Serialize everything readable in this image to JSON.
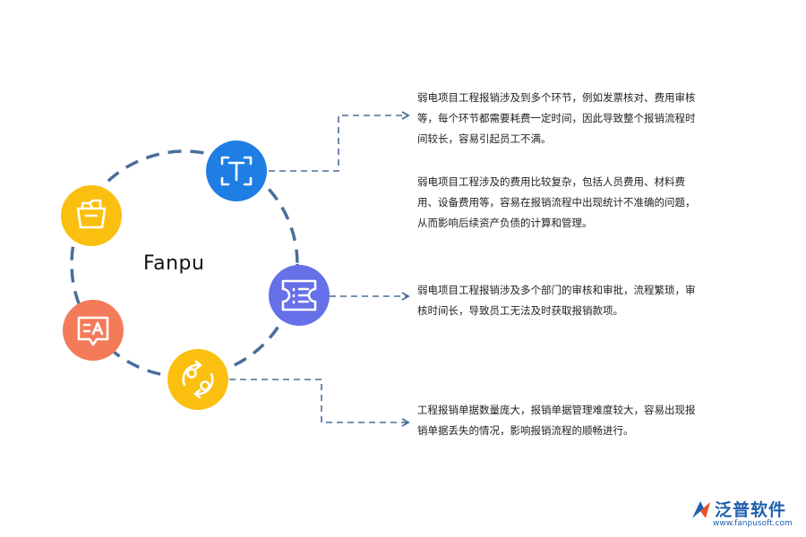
{
  "center_label": "Fanpu",
  "nodes": [
    {
      "icon": "text-icon",
      "color": "#1e7ee3"
    },
    {
      "icon": "ticket-list-icon",
      "color": "#6670e8"
    },
    {
      "icon": "refresh-cycle-icon",
      "color": "#fbbf0f"
    },
    {
      "icon": "text-message-icon",
      "color": "#f47b5a"
    },
    {
      "icon": "basket-icon",
      "color": "#fbbf0f"
    }
  ],
  "descriptions": [
    "弱电项目工程报销涉及到多个环节，例如发票核对、费用审核等，每个环节都需要耗费一定时间，因此导致整个报销流程时间较长，容易引起员工不满。",
    "弱电项目工程涉及的费用比较复杂，包括人员费用、材料费用、设备费用等，容易在报销流程中出现统计不准确的问题，从而影响后续资产负债的计算和管理。",
    "弱电项目工程报销涉及多个部门的审核和审批，流程繁琐，审核时间长，导致员工无法及时获取报销款项。",
    "工程报销单据数量庞大，报销单据管理难度较大，容易出现报销单据丢失的情况，影响报销流程的顺畅进行。"
  ],
  "logo": {
    "name": "泛普软件",
    "url": "www.fanpusoft.com"
  },
  "colors": {
    "ring": "#4a6d9a",
    "connector": "#4a6d9a",
    "text": "#222222"
  }
}
